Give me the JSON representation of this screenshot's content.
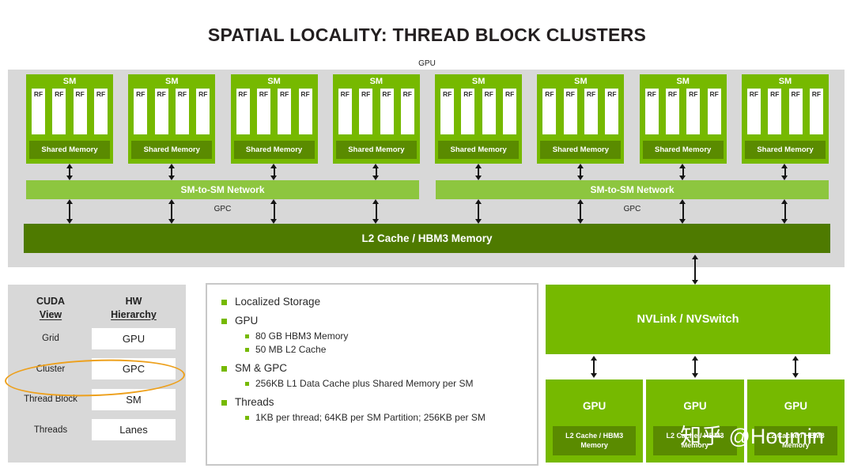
{
  "title": "SPATIAL LOCALITY: THREAD BLOCK CLUSTERS",
  "gpu_container": {
    "label": "GPU",
    "sm_count": 8,
    "sm": {
      "label": "SM",
      "rf_labels": [
        "RF",
        "RF",
        "RF",
        "RF"
      ],
      "shared_memory": "Shared Memory"
    },
    "networks": [
      {
        "label": "SM-to-SM Network",
        "sublabel": "GPC"
      },
      {
        "label": "SM-to-SM Network",
        "sublabel": "GPC"
      }
    ],
    "l2_bar": "L2 Cache / HBM3 Memory"
  },
  "mapping_table": {
    "headers": [
      {
        "line1": "CUDA",
        "line2": "View"
      },
      {
        "line1": "HW",
        "line2": "Hierarchy"
      }
    ],
    "rows": [
      {
        "cuda": "Grid",
        "hw": "GPU",
        "circled": false
      },
      {
        "cuda": "Cluster",
        "hw": "GPC",
        "circled": true
      },
      {
        "cuda": "Thread Block",
        "hw": "SM",
        "circled": false
      },
      {
        "cuda": "Threads",
        "hw": "Lanes",
        "circled": false
      }
    ]
  },
  "notes": [
    {
      "level": 1,
      "text": "Localized Storage"
    },
    {
      "level": 1,
      "text": "GPU"
    },
    {
      "level": 2,
      "text": "80 GB HBM3 Memory"
    },
    {
      "level": 2,
      "text": "50 MB L2 Cache"
    },
    {
      "level": 1,
      "text": "SM & GPC"
    },
    {
      "level": 2,
      "text": "256KB L1 Data Cache plus Shared Memory per SM"
    },
    {
      "level": 1,
      "text": "Threads"
    },
    {
      "level": 2,
      "text": "1KB per thread; 64KB per SM Partition; 256KB per SM"
    }
  ],
  "nvlink": {
    "label": "NVLink / NVSwitch",
    "gpus": [
      {
        "label": "GPU",
        "memory": "L2 Cache / HBM3 Memory"
      },
      {
        "label": "GPU",
        "memory": "L2 Cache / HBM3 Memory"
      },
      {
        "label": "GPU",
        "memory": "L2 Cache / HBM3 Memory"
      }
    ]
  },
  "watermark": "知乎 @Houmin",
  "colors": {
    "nvidia_green": "#76b900",
    "light_green": "#8dc63f",
    "dark_green": "#5a8b00",
    "l2_green": "#4e7a00",
    "gray_panel": "#d8d8d8",
    "circle_orange": "#eda01c",
    "arrow_black": "#151515"
  }
}
